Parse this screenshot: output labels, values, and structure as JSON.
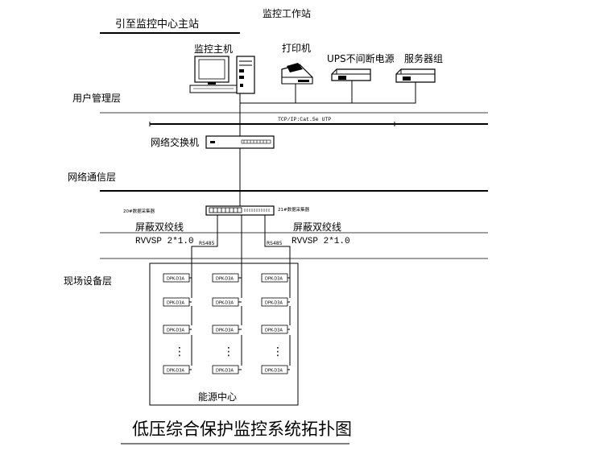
{
  "top_label": "引至监控中心主站",
  "workstation_label": "监控工作站",
  "layers": {
    "user": "用户管理层",
    "network": "网络通信层",
    "field": "现场设备层"
  },
  "devices": {
    "host": "监控主机",
    "printer": "打印机",
    "ups": "UPS不间断电源",
    "servers": "服务器组",
    "switch": "网络交换机"
  },
  "bus_label": "TCP/IP:Cat.5e UTP",
  "collectors": {
    "left": "20#数据采集器",
    "right": "21#数据采集器"
  },
  "cable": {
    "left_name": "屏蔽双绞线",
    "left_spec": "RVVSP 2*1.0",
    "right_name": "屏蔽双绞线",
    "right_spec": "RVVSP 2*1.0",
    "rs485_left": "RS485",
    "rs485_right": "RS485"
  },
  "meter_label": "DPK-D3A",
  "ellipsis": "⋮",
  "energy_center": "能源中心",
  "title": "低压综合保护监控系统拓扑图"
}
